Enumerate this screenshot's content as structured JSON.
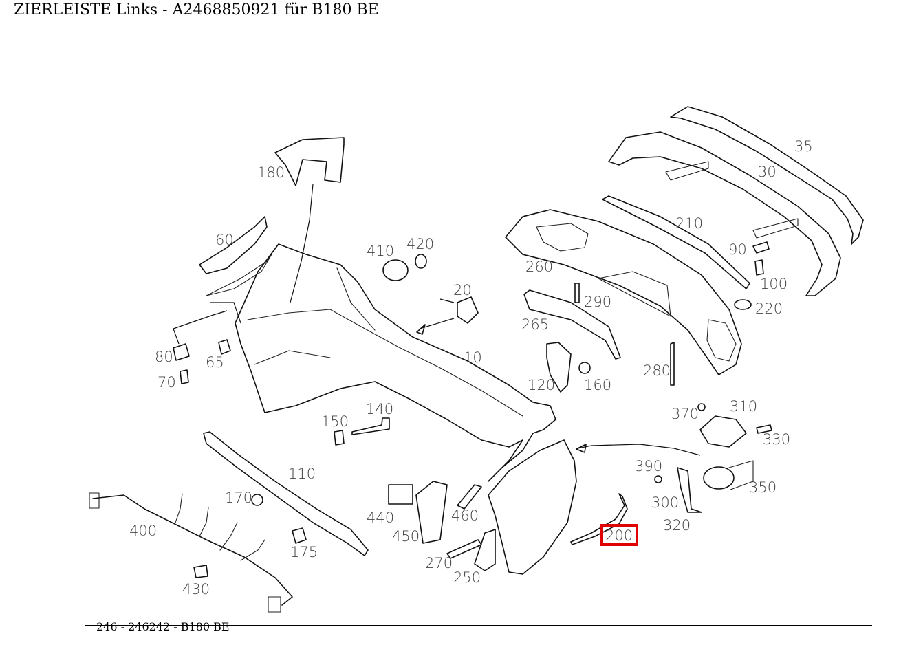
{
  "header": {
    "title": "ZIERLEISTE Links - A2468850921 für B180 BE"
  },
  "footer": {
    "text": "246 - 246242 - B180 BE"
  },
  "highlight": {
    "part": "200",
    "color": "#e00000"
  },
  "labels": {
    "p10": "10",
    "p20": "20",
    "p30": "30",
    "p35": "35",
    "p60": "60",
    "p65": "65",
    "p70": "70",
    "p80": "80",
    "p90": "90",
    "p100": "100",
    "p110": "110",
    "p120": "120",
    "p140": "140",
    "p150": "150",
    "p160": "160",
    "p170": "170",
    "p175": "175",
    "p180": "180",
    "p200": "200",
    "p210": "210",
    "p220": "220",
    "p250": "250",
    "p260": "260",
    "p265": "265",
    "p270": "270",
    "p280": "280",
    "p290": "290",
    "p300": "300",
    "p310": "310",
    "p320": "320",
    "p330": "330",
    "p350": "350",
    "p370": "370",
    "p390": "390",
    "p400": "400",
    "p410": "410",
    "p420": "420",
    "p430": "430",
    "p440": "440",
    "p450": "450",
    "p460": "460"
  }
}
